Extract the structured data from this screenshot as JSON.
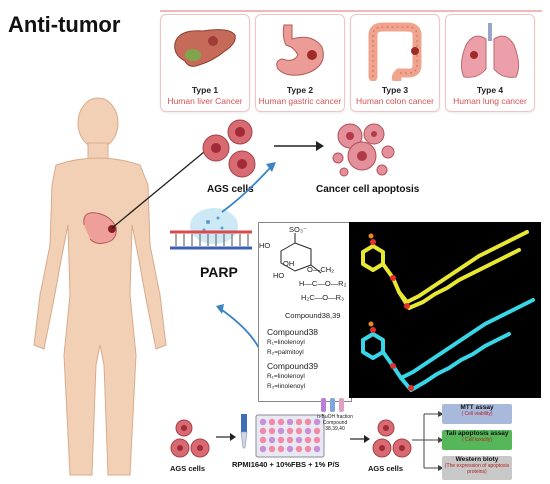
{
  "title": "Anti-tumor",
  "types": [
    {
      "num": "Type 1",
      "name": "Human liver Cancer",
      "organ": "liver-icon"
    },
    {
      "num": "Type 2",
      "name": "Human gastric cancer",
      "organ": "stomach-icon"
    },
    {
      "num": "Type 3",
      "name": "Human colon cancer",
      "organ": "colon-icon"
    },
    {
      "num": "Type 4",
      "name": "Human lung cancer",
      "organ": "lungs-icon"
    }
  ],
  "labels": {
    "ags_cells": "AGS cells",
    "apoptosis": "Cancer cell apoptosis",
    "parp": "PARP"
  },
  "formula": {
    "so3": "SO₃⁻",
    "ho1": "HO",
    "oh": "OH",
    "ho2": "HO",
    "o_ch2": "O—CH₂",
    "h_line": "H—C—O—R₂",
    "h2c_line": "H₂C—O—R₃",
    "compound_pair": "Compound38,39",
    "c38": "Compound38",
    "c38_r1": "R₁=linolenoyl",
    "c38_r2": "R₂=palmitoyl",
    "c39": "Compound39",
    "c39_r1": "R₁=linolenoyl",
    "c39_r2": "R₂=linolenoyl"
  },
  "bottom": {
    "ags_left": "AGS cells",
    "medium": "RPMI1640 + 10%FBS + 1% P/S",
    "fraction_line1": "n-BuOH fraction",
    "fraction_line2": "Compound 38,39,40",
    "ags_right": "AGS cells"
  },
  "assays": [
    {
      "name": "MTT assay",
      "sub": "( Cell viability)",
      "color": "#a9b9dc"
    },
    {
      "name": "Tali apoptosis assay",
      "sub": "( Cell toxicity)",
      "color": "#56b65a"
    },
    {
      "name": "Western bloty",
      "sub": "(The expression of apoptosis proteins)",
      "color": "#c8c8c8"
    }
  ]
}
